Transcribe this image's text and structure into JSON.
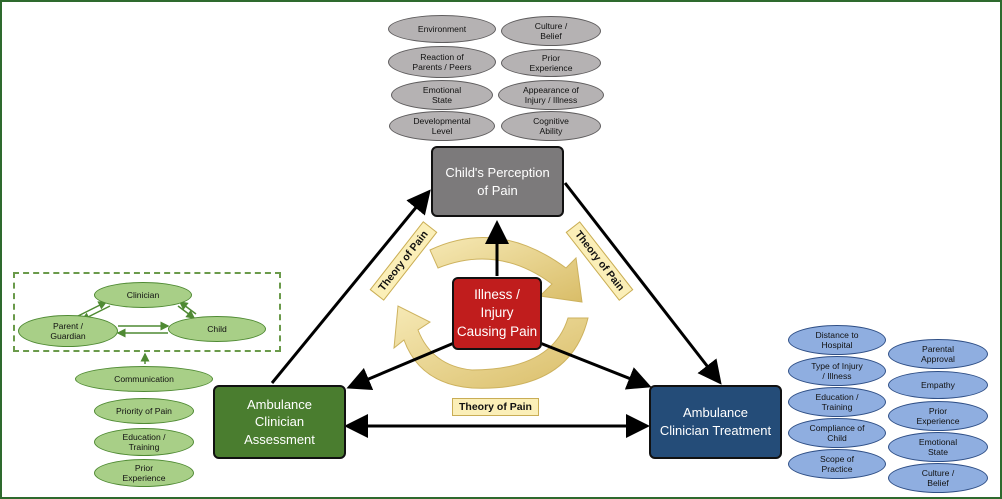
{
  "center": {
    "label": "Illness /\nInjury\nCausing Pain",
    "color": "#c01d1d"
  },
  "perception": {
    "label": "Child's Perception\nof Pain",
    "color": "#7c7a7b"
  },
  "assessment": {
    "label": "Ambulance\nClinician\nAssessment",
    "color": "#4a7d2f"
  },
  "treatment": {
    "label": "Ambulance\nClinician Treatment",
    "color": "#244c78"
  },
  "theory_labels": {
    "left": "Theory of Pain",
    "right": "Theory of Pain",
    "bottom": "Theory of Pain"
  },
  "perception_factors": {
    "left": [
      "Environment",
      "Reaction of\nParents / Peers",
      "Emotional\nState",
      "Developmental\nLevel"
    ],
    "right": [
      "Culture /\nBelief",
      "Prior\nExperience",
      "Appearance of\nInjury / Illness",
      "Cognitive\nAbility"
    ]
  },
  "triad": {
    "clinician": "Clinician",
    "parent": "Parent /\nGuardian",
    "child": "Child"
  },
  "assessment_factors": [
    "Communication",
    "Priority of Pain",
    "Education /\nTraining",
    "Prior\nExperience"
  ],
  "treatment_factors": {
    "left": [
      "Distance to\nHospital",
      "Type of Injury\n/ Illness",
      "Education /\nTraining",
      "Compliance of\nChild",
      "Scope of\nPractice"
    ],
    "right": [
      "Parental\nApproval",
      "Empathy",
      "Prior\nExperience",
      "Emotional\nState",
      "Culture /\nBelief"
    ]
  },
  "colors": {
    "frame": "#2e6a2e",
    "gray": "#b5b2b3",
    "green": "#a8cf87",
    "blue": "#8faee0",
    "cycle_arrow": "#e9d28a",
    "theory_label_bg": "#fbefb8"
  }
}
